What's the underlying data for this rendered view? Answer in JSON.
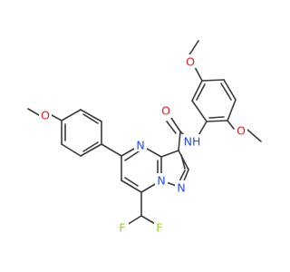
{
  "colors": {
    "background": "#ffffff",
    "bond": "#3a3a3a",
    "oxygen": "#e8161e",
    "nitrogen": "#1f4dff",
    "fluorine": "#9acd32"
  },
  "atoms": {
    "o_top": "O",
    "o_left": "O",
    "o_amide": "O",
    "o_right": "O",
    "nh": "NH",
    "n_pyrimidine": "N",
    "n_bridge": "N",
    "n_pyrazole": "N",
    "f_left": "F",
    "f_right": "F"
  }
}
